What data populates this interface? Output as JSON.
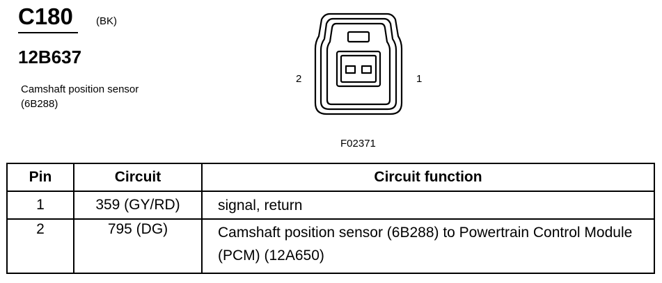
{
  "header": {
    "connector_id": "C180",
    "connector_color": "(BK)",
    "part_number": "12B637",
    "component_name": "Camshaft position sensor (6B288)"
  },
  "diagram": {
    "pin_left_label": "2",
    "pin_right_label": "1",
    "figure_id": "F02371"
  },
  "table": {
    "headers": {
      "pin": "Pin",
      "circuit": "Circuit",
      "function": "Circuit function"
    },
    "rows": [
      {
        "pin": "1",
        "circuit": "359 (GY/RD)",
        "function": "signal, return"
      },
      {
        "pin": "2",
        "circuit": "795 (DG)",
        "function": "Camshaft position sensor (6B288) to Powertrain Control Module (PCM) (12A650)"
      }
    ]
  }
}
